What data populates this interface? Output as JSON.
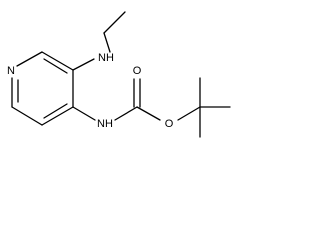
{
  "molecule": {
    "atom_labels": {
      "ring_n": "N",
      "amine_nh_ethyl": "NH",
      "carbamate_nh": "NH",
      "carbonyl_o": "O",
      "ester_o": "O"
    },
    "bond_color": "#000000",
    "label_color": "#000000",
    "background_color": "#ffffff"
  }
}
